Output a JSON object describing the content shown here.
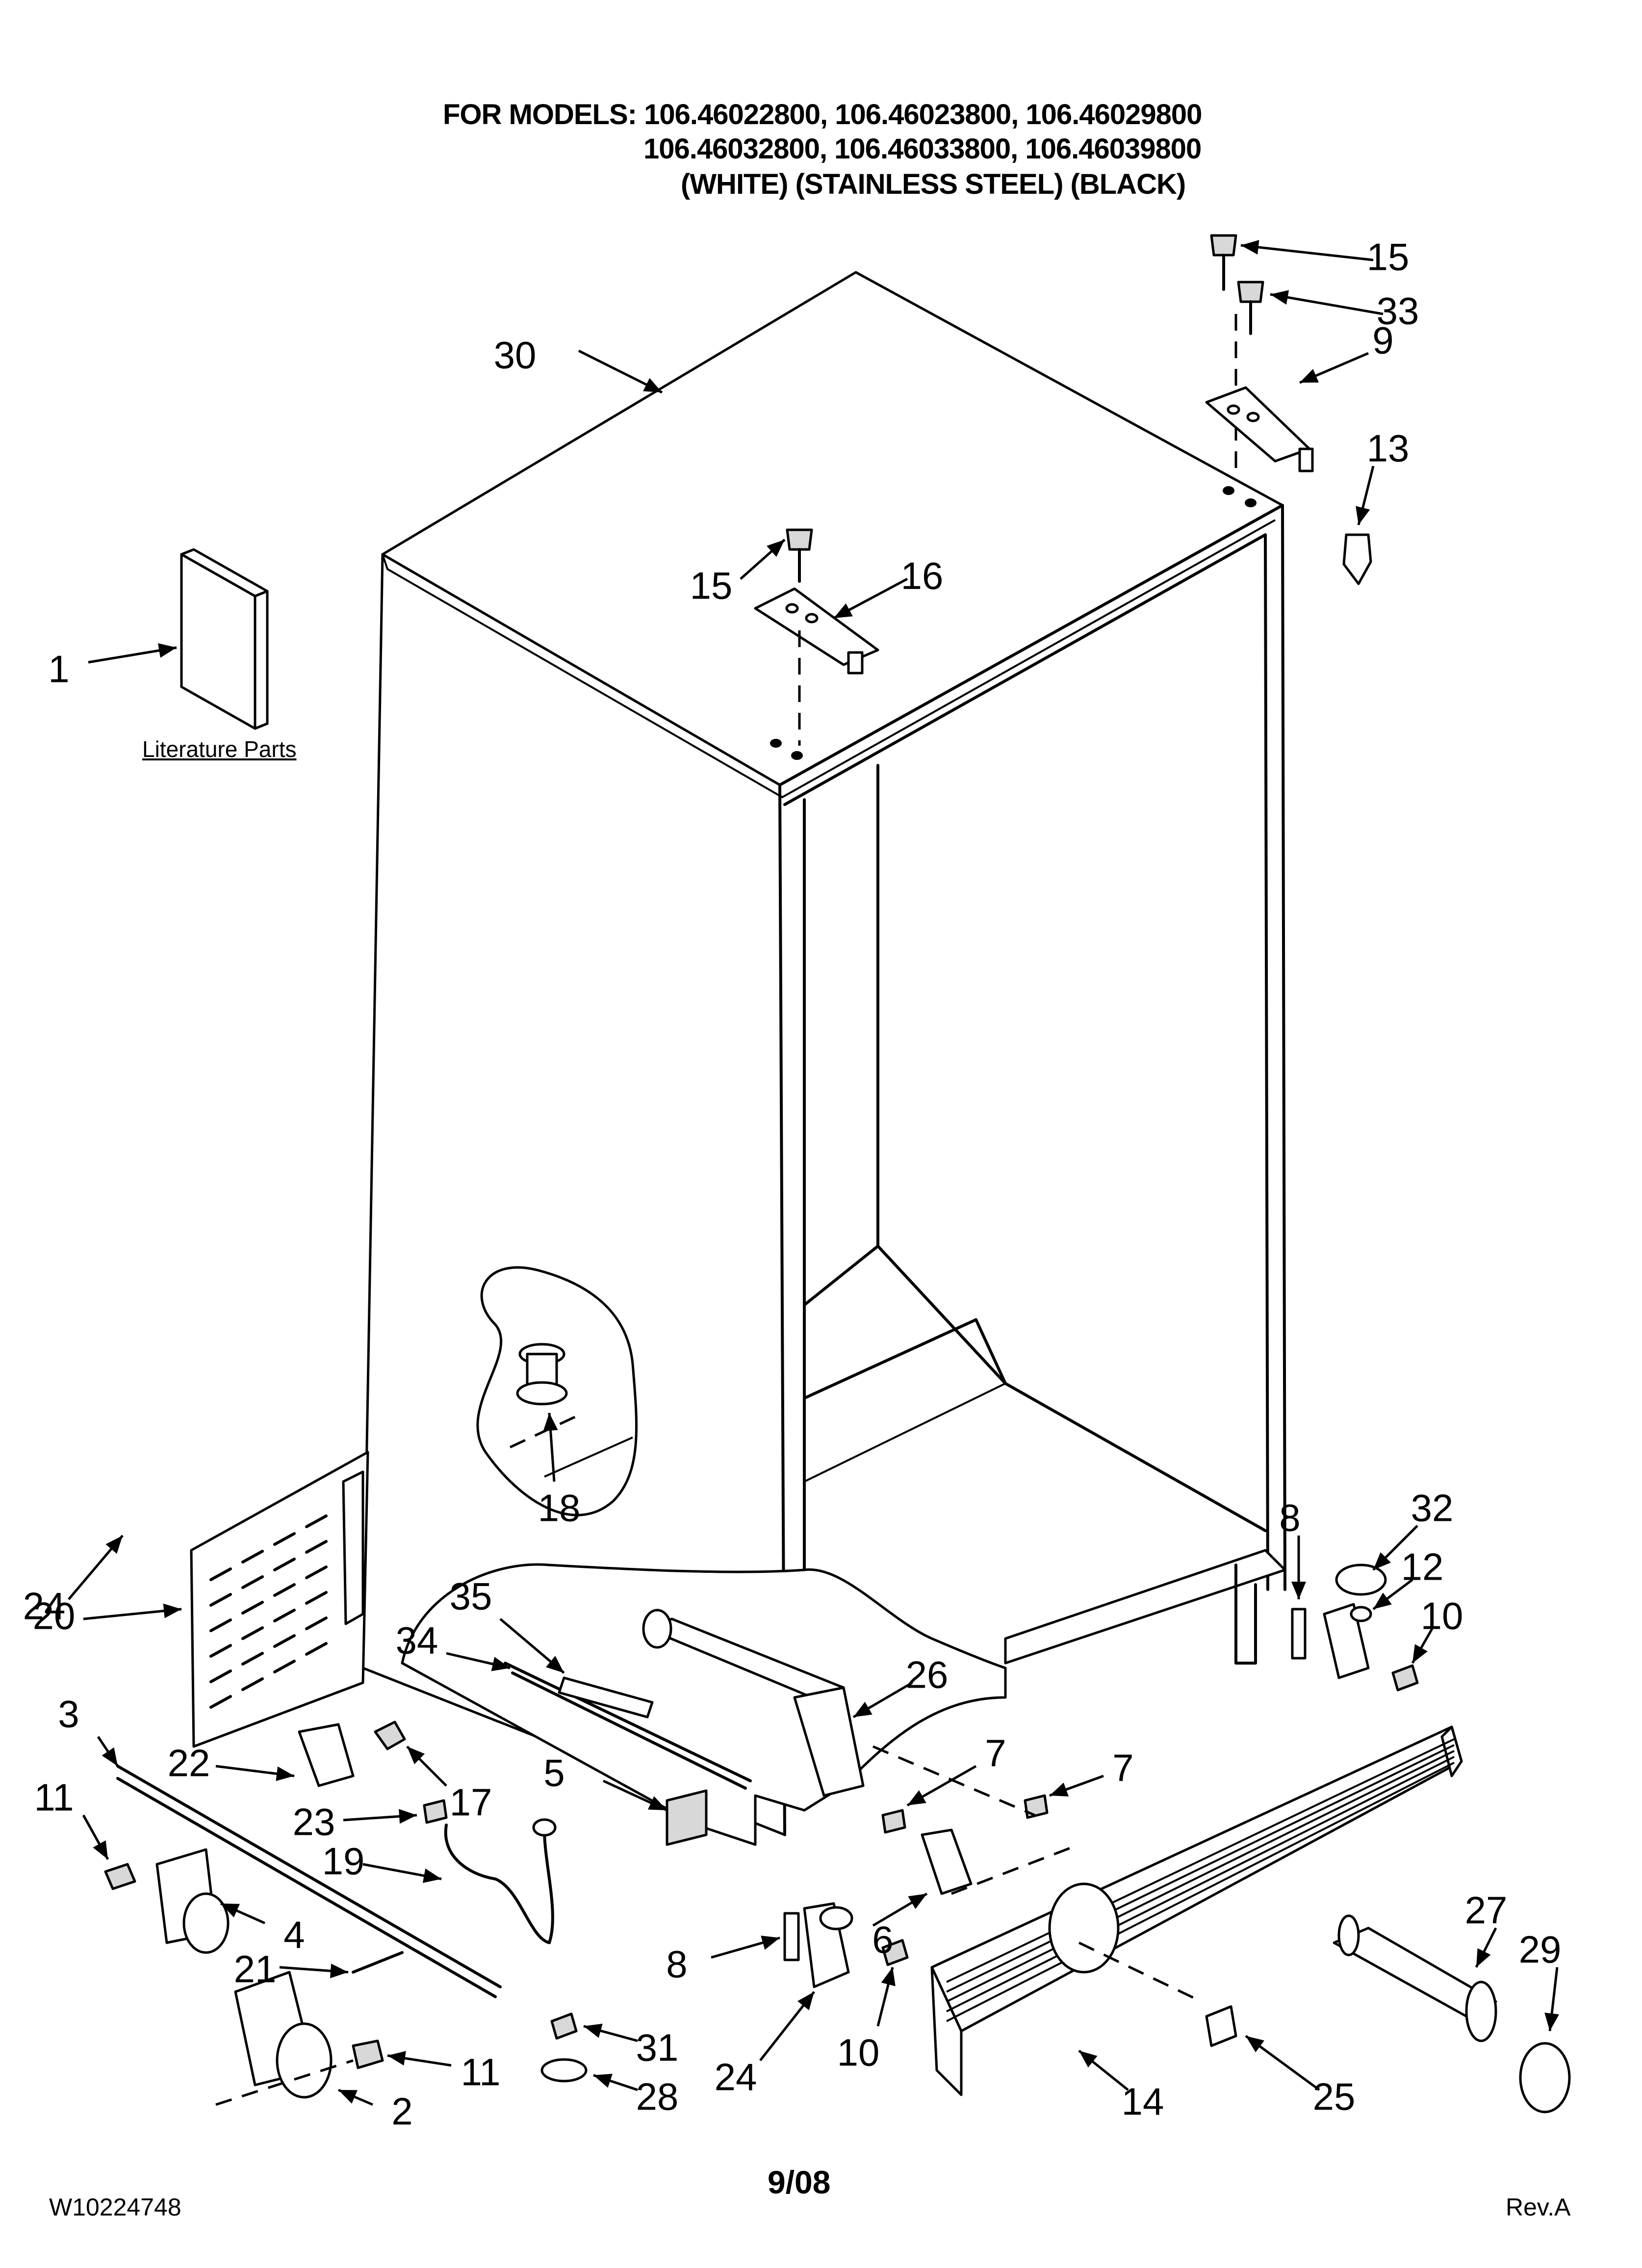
{
  "header": {
    "line1": "FOR MODELS: 106.46022800, 106.46023800, 106.46029800",
    "line2": "106.46032800, 106.46033800, 106.46039800",
    "line3": "(WHITE) (STAINLESS STEEL) (BLACK)"
  },
  "literature_label": "Literature Parts",
  "callouts": [
    "1",
    "2",
    "3",
    "4",
    "5",
    "6",
    "7",
    "7",
    "8",
    "8",
    "9",
    "10",
    "10",
    "11",
    "11",
    "12",
    "13",
    "14",
    "15",
    "15",
    "16",
    "17",
    "18",
    "19",
    "20",
    "21",
    "22",
    "23",
    "24",
    "24",
    "25",
    "26",
    "27",
    "28",
    "29",
    "30",
    "31",
    "32",
    "33",
    "34",
    "35"
  ],
  "footer": {
    "doc_number": "W10224748",
    "date": "9/08",
    "revision": "Rev.A"
  }
}
